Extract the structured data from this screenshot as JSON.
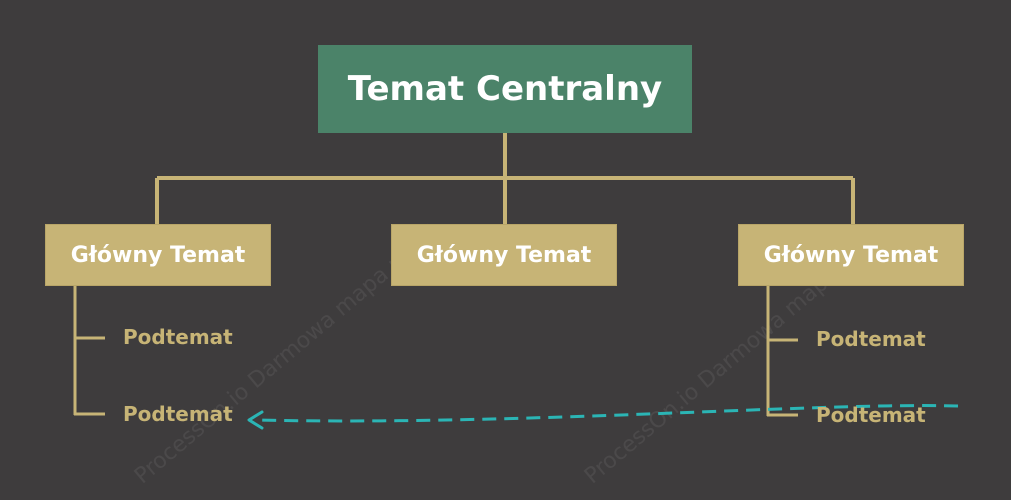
{
  "diagram": {
    "central": {
      "label": "Temat Centralny"
    },
    "main_topics": [
      {
        "label": "Główny Temat",
        "subtopics": [
          "Podtemat",
          "Podtemat"
        ]
      },
      {
        "label": "Główny Temat",
        "subtopics": []
      },
      {
        "label": "Główny Temat",
        "subtopics": [
          "Podtemat",
          "Podtemat"
        ]
      }
    ]
  },
  "colors": {
    "background": "#3e3c3d",
    "central_fill": "#4b8369",
    "main_fill": "#c7b476",
    "connector": "#c7b476",
    "dashed_arrow": "#2bb5b5"
  },
  "watermark": {
    "text_1": "ProcessOn.io Darmowa mapa myśli",
    "text_2": "ProcessOn.io Darmowa mapa myśli"
  }
}
